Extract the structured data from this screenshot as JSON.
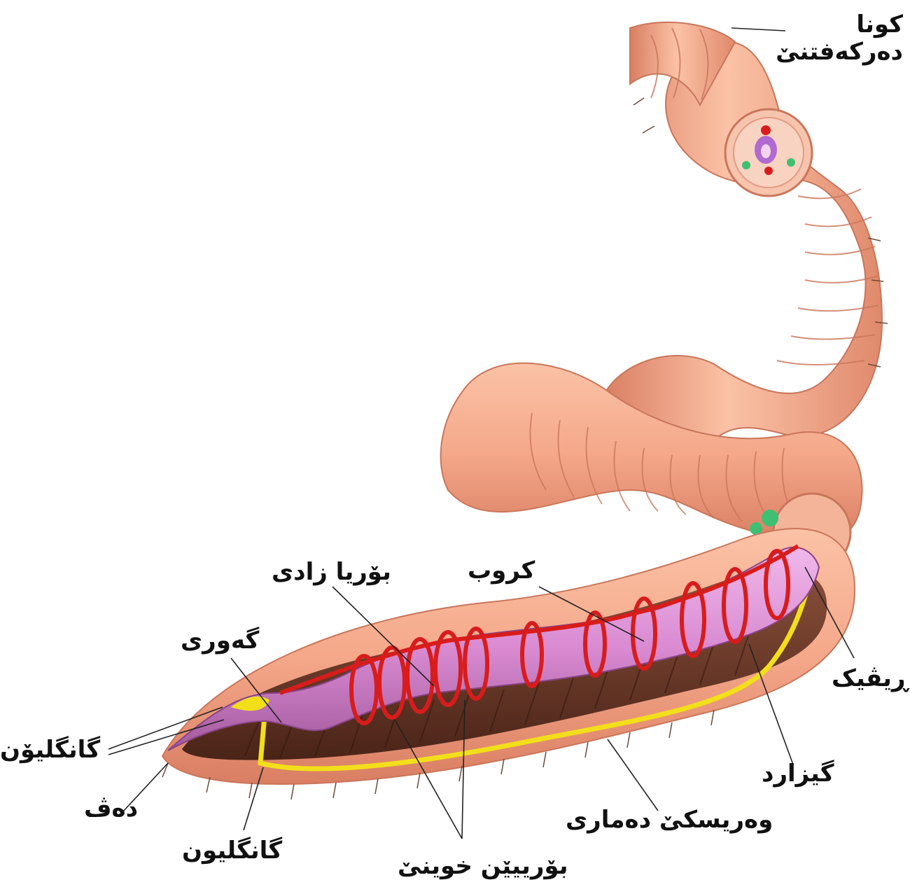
{
  "labels": {
    "anus": "کونا دەرکەفتنێ",
    "typhlosole": "بۆریا زادی",
    "crop": "کروب",
    "pharynx": "گەوری",
    "ganglia": "گانگلیۆن",
    "mouth": "دەڤ",
    "ganglion": "گانگلیون",
    "blood_vessels": "بۆرییێن خوینێ",
    "nerve_cord": "وەریسکێ دەماری",
    "gizzard": "گیزارد",
    "nephridium": "ڕیڤیک"
  },
  "colors": {
    "body_skin": "#f5a88a",
    "body_shadow": "#d97e62",
    "intestine": "#d98ad1",
    "blood_vessel": "#d81c1c",
    "nerve": "#f2df1a",
    "nephridia": "#3fbf72",
    "cavity": "#6b3a2a",
    "leader_line": "#222222"
  }
}
